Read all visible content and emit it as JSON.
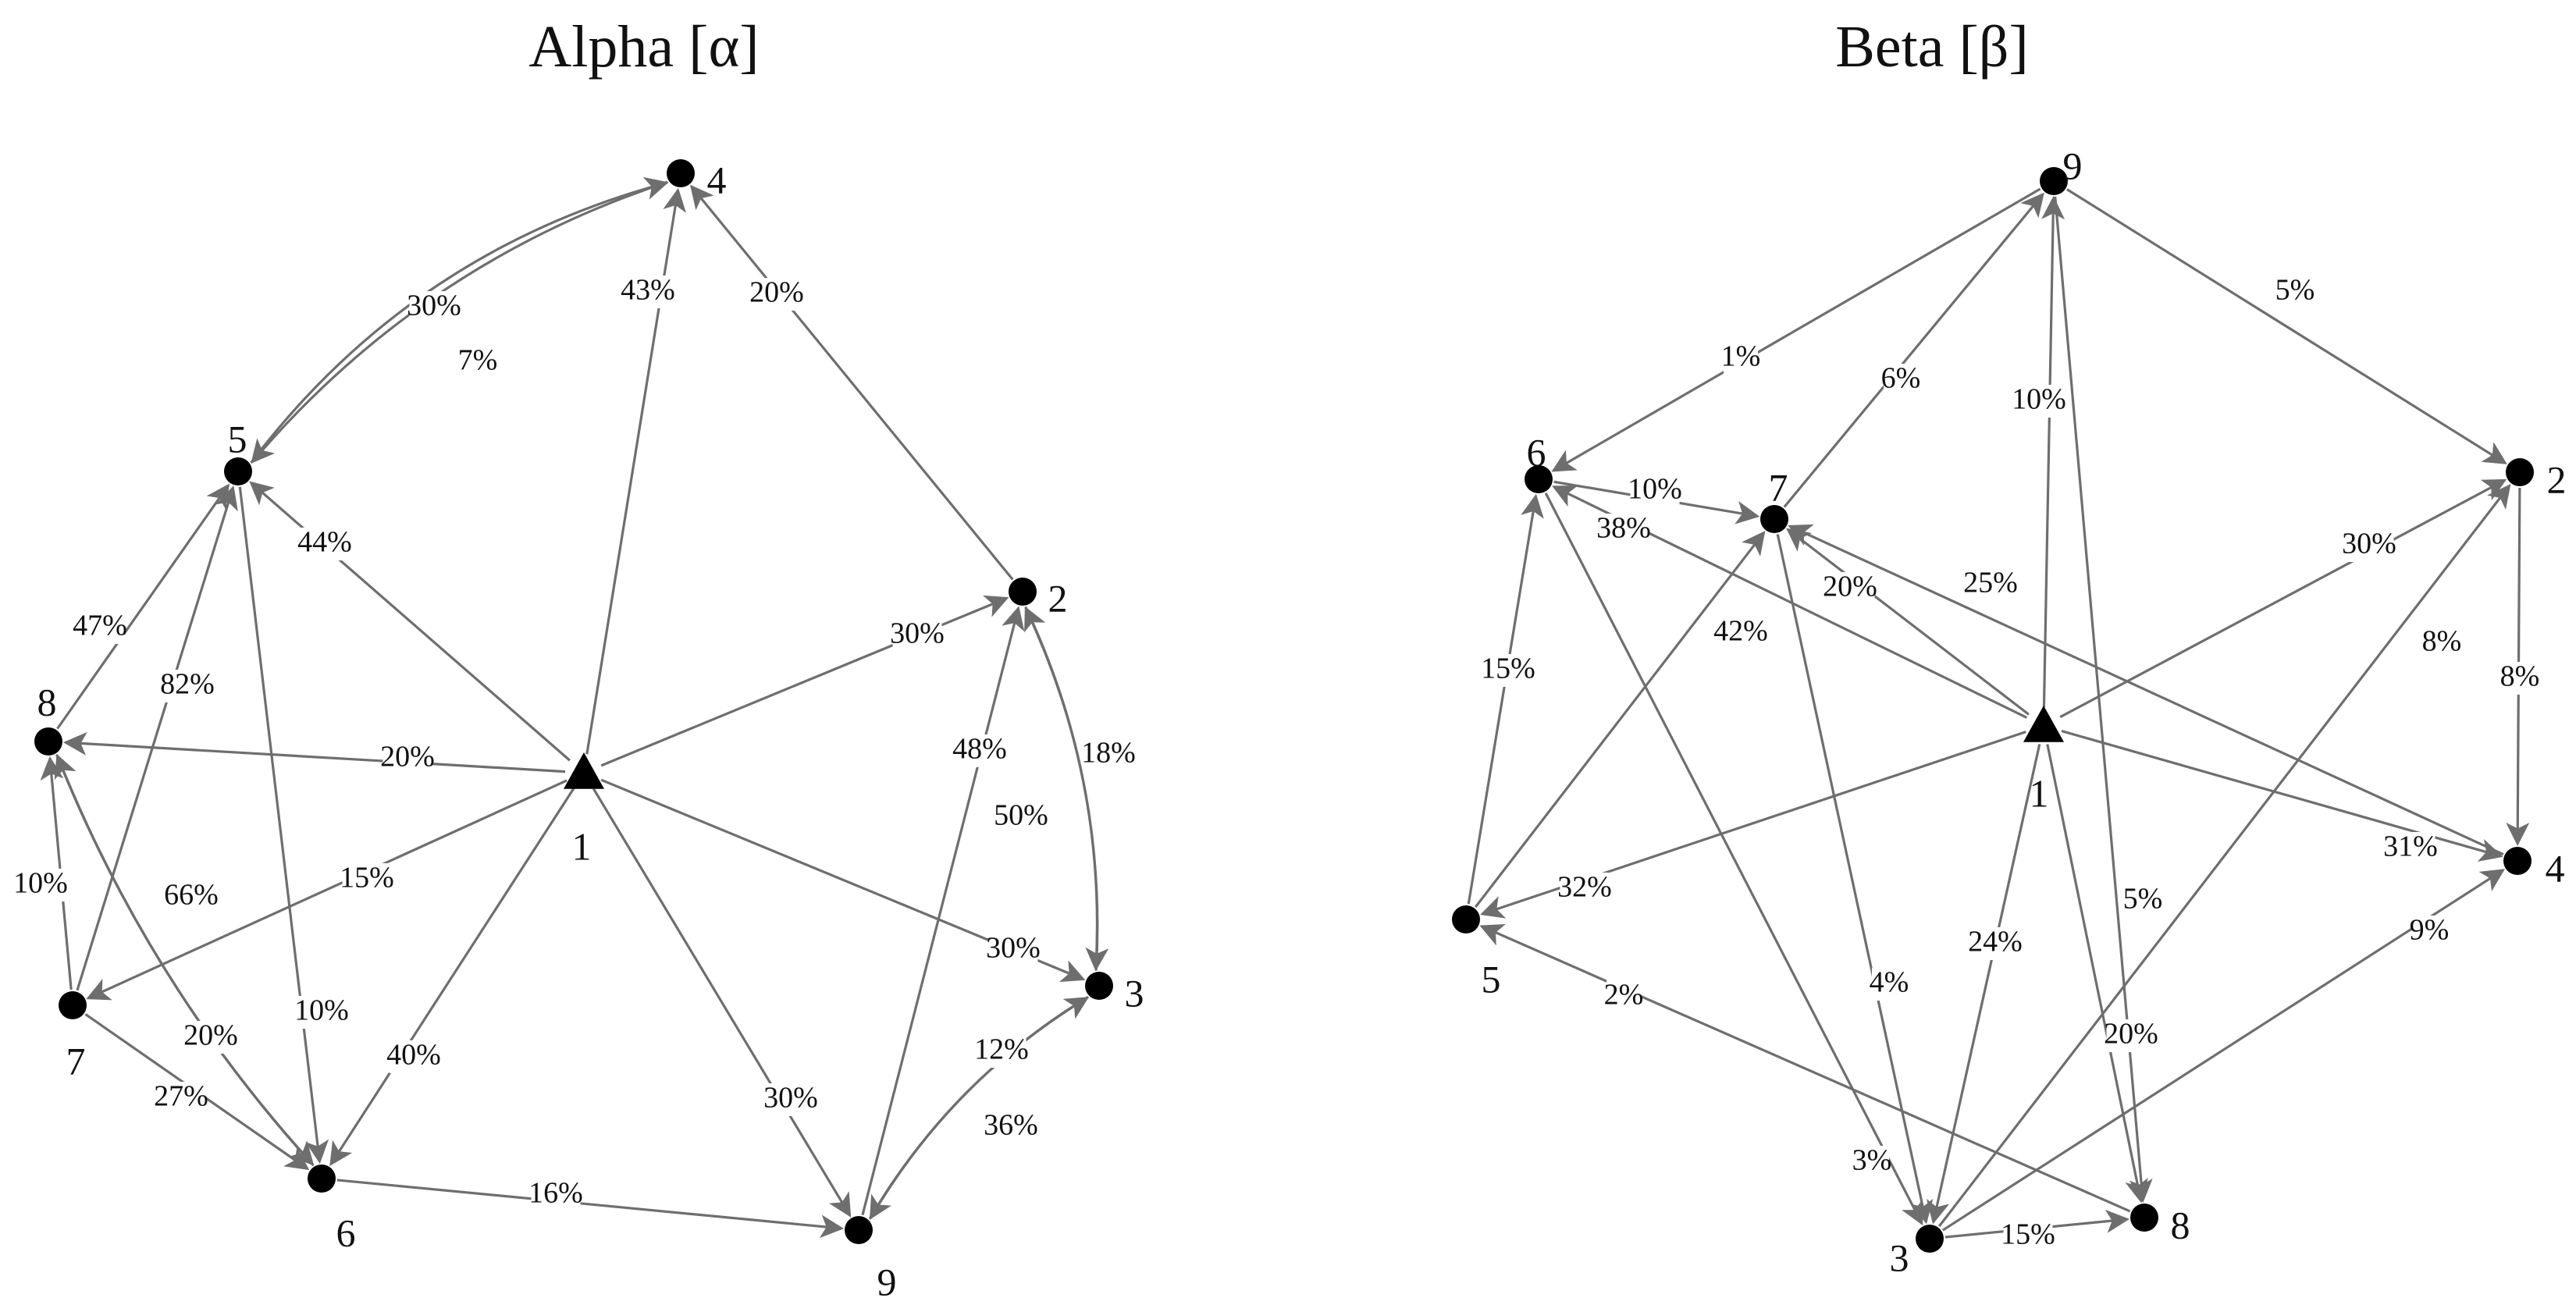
{
  "colors": {
    "edge": "#6e6e6e",
    "node": "#000000",
    "label": "#111111",
    "background": "#ffffff"
  },
  "graphs": [
    {
      "id": "alpha",
      "title": "Alpha [α]",
      "nodes": [
        {
          "id": "1",
          "shape": "triangle"
        },
        {
          "id": "2",
          "shape": "circle"
        },
        {
          "id": "3",
          "shape": "circle"
        },
        {
          "id": "4",
          "shape": "circle"
        },
        {
          "id": "5",
          "shape": "circle"
        },
        {
          "id": "6",
          "shape": "circle"
        },
        {
          "id": "7",
          "shape": "circle"
        },
        {
          "id": "8",
          "shape": "circle"
        },
        {
          "id": "9",
          "shape": "circle"
        }
      ],
      "edges": [
        {
          "from": "1",
          "to": "4",
          "label": "43%"
        },
        {
          "from": "1",
          "to": "5",
          "label": "44%"
        },
        {
          "from": "1",
          "to": "2",
          "label": "30%"
        },
        {
          "from": "1",
          "to": "8",
          "label": "20%"
        },
        {
          "from": "1",
          "to": "7",
          "label": "15%"
        },
        {
          "from": "1",
          "to": "3",
          "label": "30%"
        },
        {
          "from": "1",
          "to": "6",
          "label": "40%"
        },
        {
          "from": "1",
          "to": "9",
          "label": "30%"
        },
        {
          "from": "2",
          "to": "4",
          "label": "20%"
        },
        {
          "from": "5",
          "to": "4",
          "label": "30%"
        },
        {
          "from": "4",
          "to": "5",
          "label": "7%"
        },
        {
          "from": "8",
          "to": "5",
          "label": "47%"
        },
        {
          "from": "7",
          "to": "5",
          "label": "82%"
        },
        {
          "from": "5",
          "to": "6",
          "label": "10%"
        },
        {
          "from": "7",
          "to": "8",
          "label": "10%"
        },
        {
          "from": "6",
          "to": "8",
          "label": "66%"
        },
        {
          "from": "8",
          "to": "6",
          "label": "20%"
        },
        {
          "from": "7",
          "to": "6",
          "label": "27%"
        },
        {
          "from": "6",
          "to": "9",
          "label": "16%"
        },
        {
          "from": "9",
          "to": "2",
          "label": "48%"
        },
        {
          "from": "3",
          "to": "2",
          "label": "50%"
        },
        {
          "from": "2",
          "to": "3",
          "label": "18%"
        },
        {
          "from": "9",
          "to": "3",
          "label": "12%"
        },
        {
          "from": "3",
          "to": "9",
          "label": "36%"
        }
      ]
    },
    {
      "id": "beta",
      "title": "Beta [β]",
      "nodes": [
        {
          "id": "1",
          "shape": "triangle"
        },
        {
          "id": "2",
          "shape": "circle"
        },
        {
          "id": "3",
          "shape": "circle"
        },
        {
          "id": "4",
          "shape": "circle"
        },
        {
          "id": "5",
          "shape": "circle"
        },
        {
          "id": "6",
          "shape": "circle"
        },
        {
          "id": "7",
          "shape": "circle"
        },
        {
          "id": "8",
          "shape": "circle"
        },
        {
          "id": "9",
          "shape": "circle"
        }
      ],
      "edges": [
        {
          "from": "9",
          "to": "6",
          "label": "1%"
        },
        {
          "from": "7",
          "to": "9",
          "label": "6%"
        },
        {
          "from": "1",
          "to": "9",
          "label": "10%"
        },
        {
          "from": "9",
          "to": "2",
          "label": "5%"
        },
        {
          "from": "9",
          "to": "8",
          "label": "5%"
        },
        {
          "from": "6",
          "to": "7",
          "label": "10%"
        },
        {
          "from": "1",
          "to": "6",
          "label": "38%"
        },
        {
          "from": "1",
          "to": "7",
          "label": "20%"
        },
        {
          "from": "4",
          "to": "7",
          "label": "25%"
        },
        {
          "from": "5",
          "to": "7",
          "label": "42%"
        },
        {
          "from": "5",
          "to": "6",
          "label": "15%"
        },
        {
          "from": "1",
          "to": "2",
          "label": "30%"
        },
        {
          "from": "2",
          "to": "4",
          "label": "8%"
        },
        {
          "from": "3",
          "to": "2",
          "label": "8%"
        },
        {
          "from": "1",
          "to": "4",
          "label": "31%"
        },
        {
          "from": "3",
          "to": "4",
          "label": "9%"
        },
        {
          "from": "1",
          "to": "5",
          "label": "32%"
        },
        {
          "from": "8",
          "to": "5",
          "label": "2%"
        },
        {
          "from": "7",
          "to": "3",
          "label": "4%"
        },
        {
          "from": "1",
          "to": "3",
          "label": "24%"
        },
        {
          "from": "1",
          "to": "8",
          "label": "20%"
        },
        {
          "from": "6",
          "to": "3",
          "label": "3%"
        },
        {
          "from": "3",
          "to": "8",
          "label": "15%"
        }
      ]
    }
  ]
}
